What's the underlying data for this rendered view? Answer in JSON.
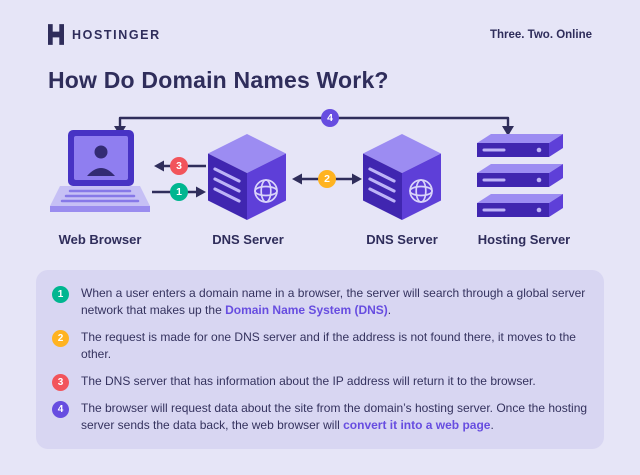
{
  "colors": {
    "background": "#E6E5F7",
    "panel": "#D8D6F2",
    "navy": "#2F2D5B",
    "purple": "#674DE0",
    "green": "#00B690",
    "yellow": "#FFB321",
    "red": "#F2545B"
  },
  "header": {
    "brand": "HOSTINGER",
    "tagline": "Three. Two. Online"
  },
  "title": "How Do Domain Names Work?",
  "diagram": {
    "nodes": [
      {
        "label": "Web Browser"
      },
      {
        "label": "DNS Server"
      },
      {
        "label": "DNS Server"
      },
      {
        "label": "Hosting Server"
      }
    ],
    "badges": [
      {
        "num": "1",
        "color": "#00B690"
      },
      {
        "num": "2",
        "color": "#FFB321"
      },
      {
        "num": "3",
        "color": "#F2545B"
      },
      {
        "num": "4",
        "color": "#674DE0"
      }
    ]
  },
  "steps": [
    {
      "num": "1",
      "color": "#00B690",
      "pre": "When a user enters a domain name in a browser, the server will search through a global server network that makes up the ",
      "highlight": "Domain Name System (DNS)",
      "post": "."
    },
    {
      "num": "2",
      "color": "#FFB321",
      "pre": "The request is made for one DNS server and if the address is not found there, it moves to the other.",
      "highlight": "",
      "post": ""
    },
    {
      "num": "3",
      "color": "#F2545B",
      "pre": "The DNS server that has information about the IP address will return it to the browser.",
      "highlight": "",
      "post": ""
    },
    {
      "num": "4",
      "color": "#674DE0",
      "pre": "The browser will request data about the site from the domain’s hosting server. Once the hosting server sends the data back, the web browser will ",
      "highlight": "convert it into a web page",
      "post": "."
    }
  ]
}
